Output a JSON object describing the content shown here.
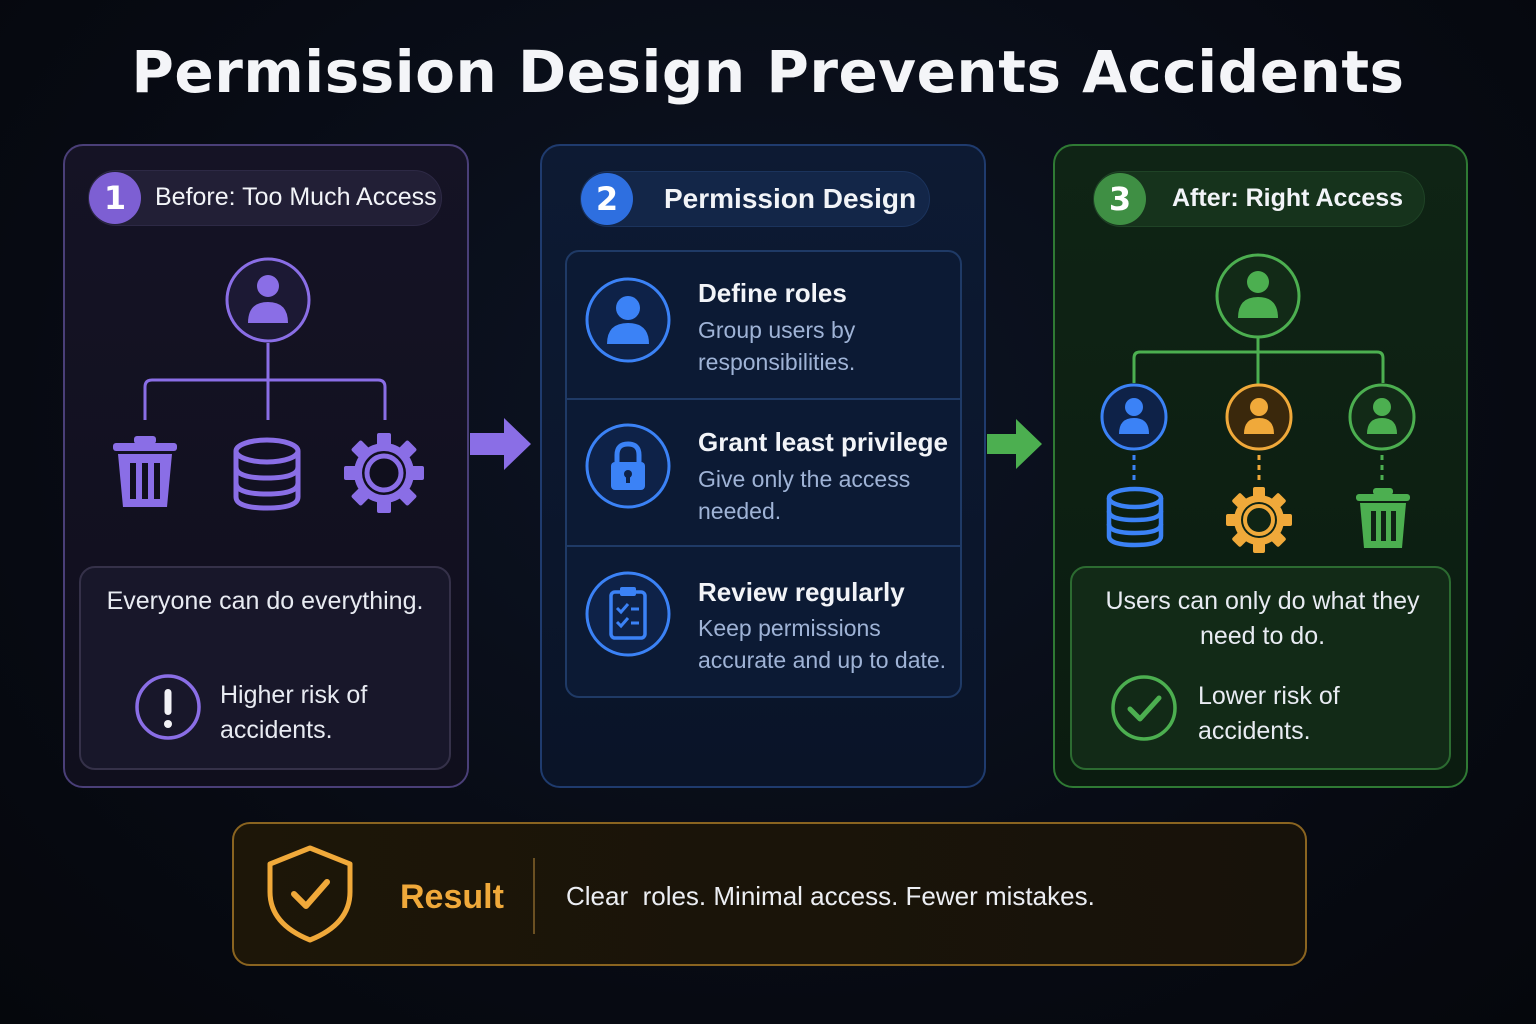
{
  "title": "Permission Design Prevents Accidents",
  "colors": {
    "before": "#8a6ee6",
    "design": "#3b82f6",
    "after": "#4caf50",
    "result": "#f0a93a",
    "background": "#070a12"
  },
  "panels": [
    {
      "number": "1",
      "label": "Before: Too Much Access",
      "icons": [
        "user-icon",
        "trash-icon",
        "database-icon",
        "gear-icon"
      ],
      "statement": "Everyone can do everything.",
      "risk_icon": "exclamation-icon",
      "risk": "Higher risk of accidents."
    },
    {
      "number": "2",
      "label": "Permission Design",
      "steps": [
        {
          "icon": "user-icon",
          "title": "Define roles",
          "description": "Group users by responsibilities."
        },
        {
          "icon": "lock-icon",
          "title": "Grant least privilege",
          "description": "Give only the access needed."
        },
        {
          "icon": "clipboard-check-icon",
          "title": "Review regularly",
          "description": "Keep permissions accurate and up to date."
        }
      ]
    },
    {
      "number": "3",
      "label": "After: Right Access",
      "icons": [
        "user-icon",
        "user-icon",
        "user-icon",
        "user-icon",
        "database-icon",
        "gear-icon",
        "trash-icon"
      ],
      "statement": "Users can only do what they need to do.",
      "risk_icon": "check-circle-icon",
      "risk": "Lower risk of accidents."
    }
  ],
  "result": {
    "icon": "shield-check-icon",
    "label": "Result",
    "text": "Clear  roles. Minimal access. Fewer mistakes."
  }
}
